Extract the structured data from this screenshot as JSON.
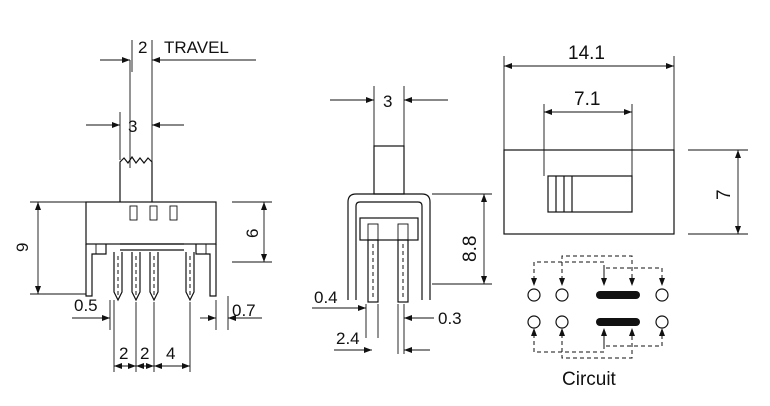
{
  "side_view": {
    "travel_value": "2",
    "travel_label": "TRAVEL",
    "actuator_width": "3",
    "height": "9",
    "body_height": "6",
    "pin_left_offset": "0.5",
    "pin_right_offset": "0.7",
    "pitch_1": "2",
    "pitch_2": "2",
    "pitch_3": "4"
  },
  "front_view": {
    "actuator_width": "3",
    "height": "8.8",
    "pin_width": "0.4",
    "pin_thickness": "0.3",
    "pin_spacing": "2.4"
  },
  "top_view": {
    "length": "14.1",
    "slot_length": "7.1",
    "width": "7"
  },
  "circuit": {
    "label": "Circuit"
  }
}
